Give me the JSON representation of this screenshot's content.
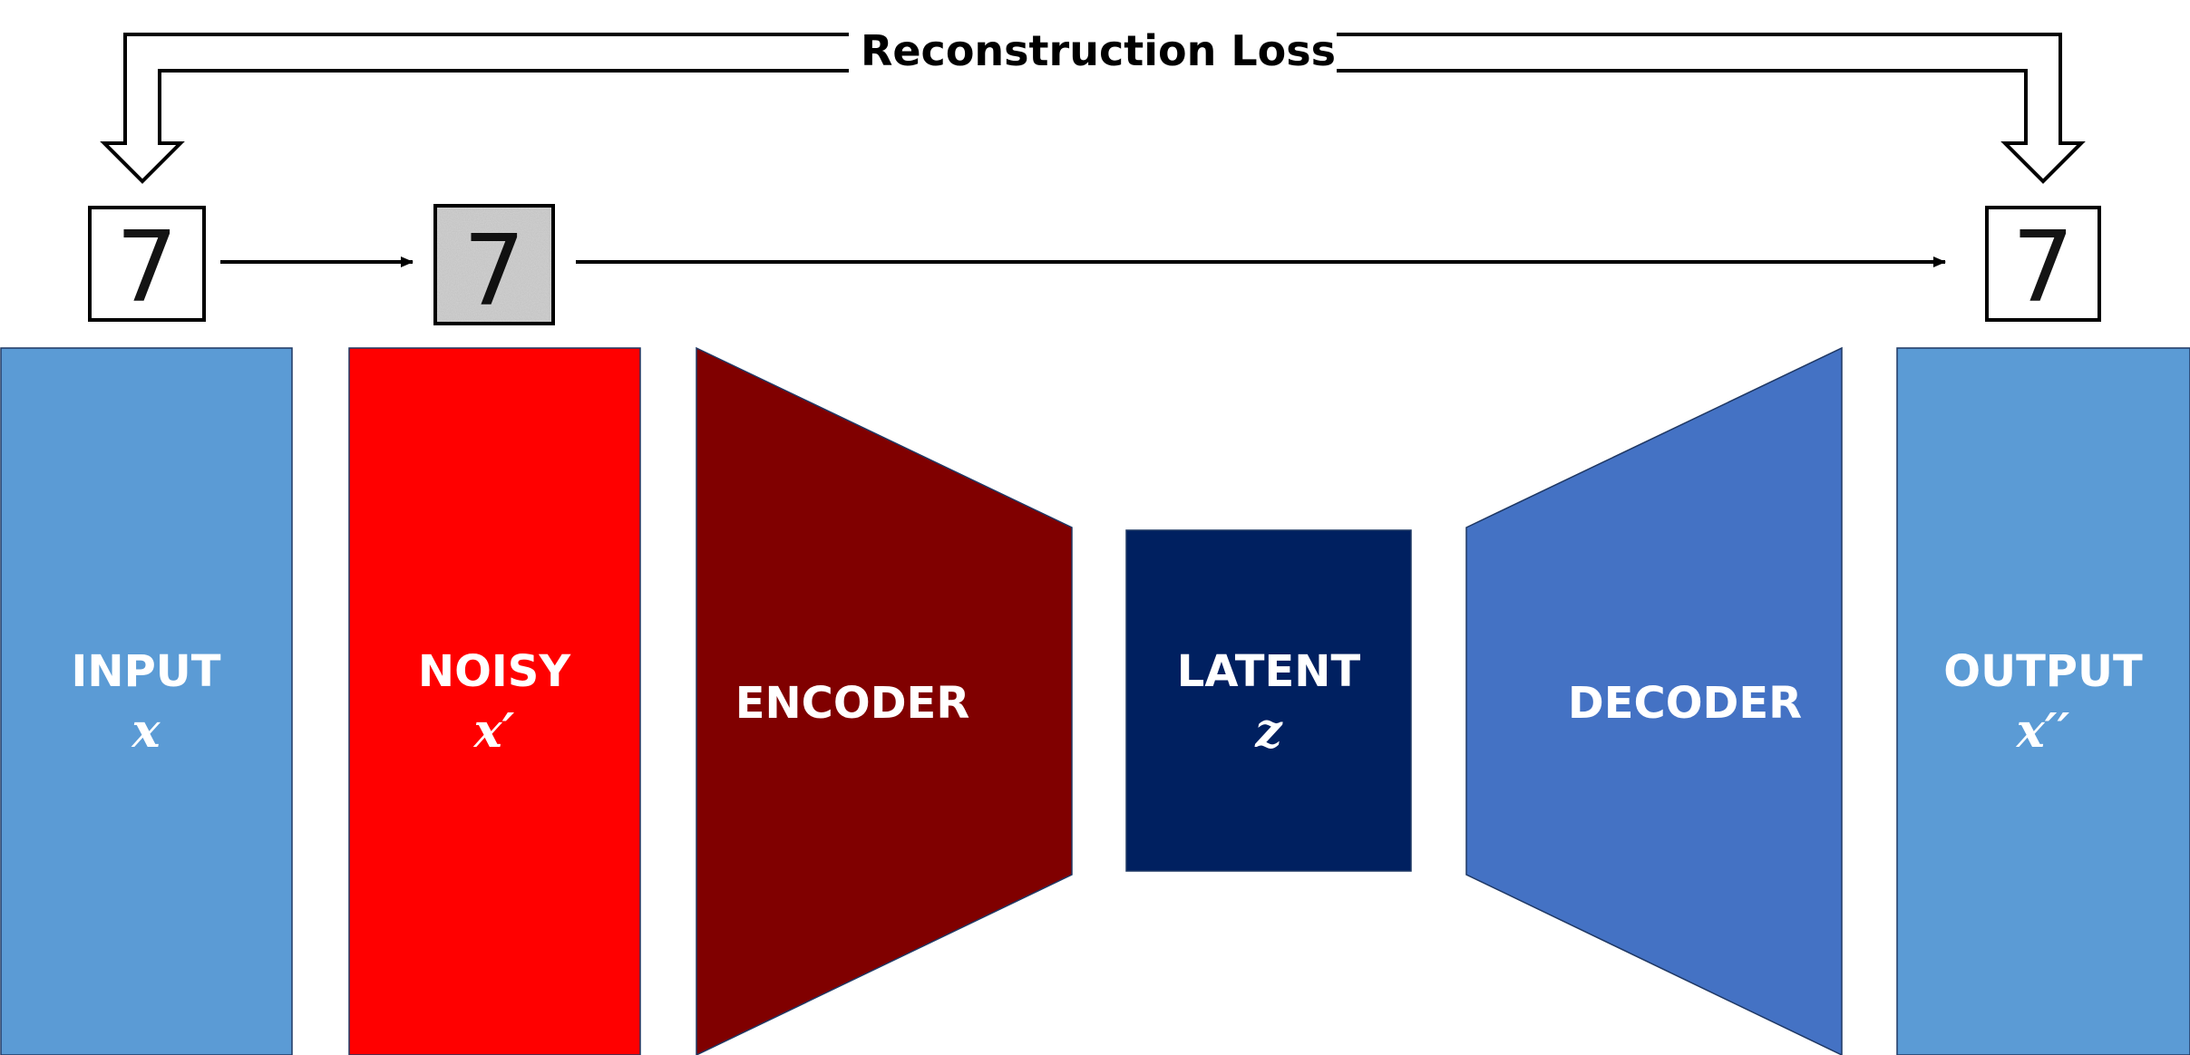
{
  "loss_label": "Reconstruction Loss",
  "blocks": {
    "input": {
      "label": "INPUT",
      "var": "x"
    },
    "noisy": {
      "label": "NOISY",
      "var": "x′"
    },
    "encoder": {
      "label": "ENCODER"
    },
    "latent": {
      "label": "LATENT",
      "var": "z"
    },
    "decoder": {
      "label": "DECODER"
    },
    "output": {
      "label": "OUTPUT",
      "var": "x′′"
    }
  },
  "images": {
    "input_digit": "7",
    "noisy_digit": "7",
    "output_digit": "7"
  },
  "colors": {
    "input": "#5b9bd5",
    "noisy": "#ff0000",
    "encoder": "#800000",
    "latent": "#002060",
    "decoder": "#4472c4",
    "output": "#5b9bd5"
  }
}
